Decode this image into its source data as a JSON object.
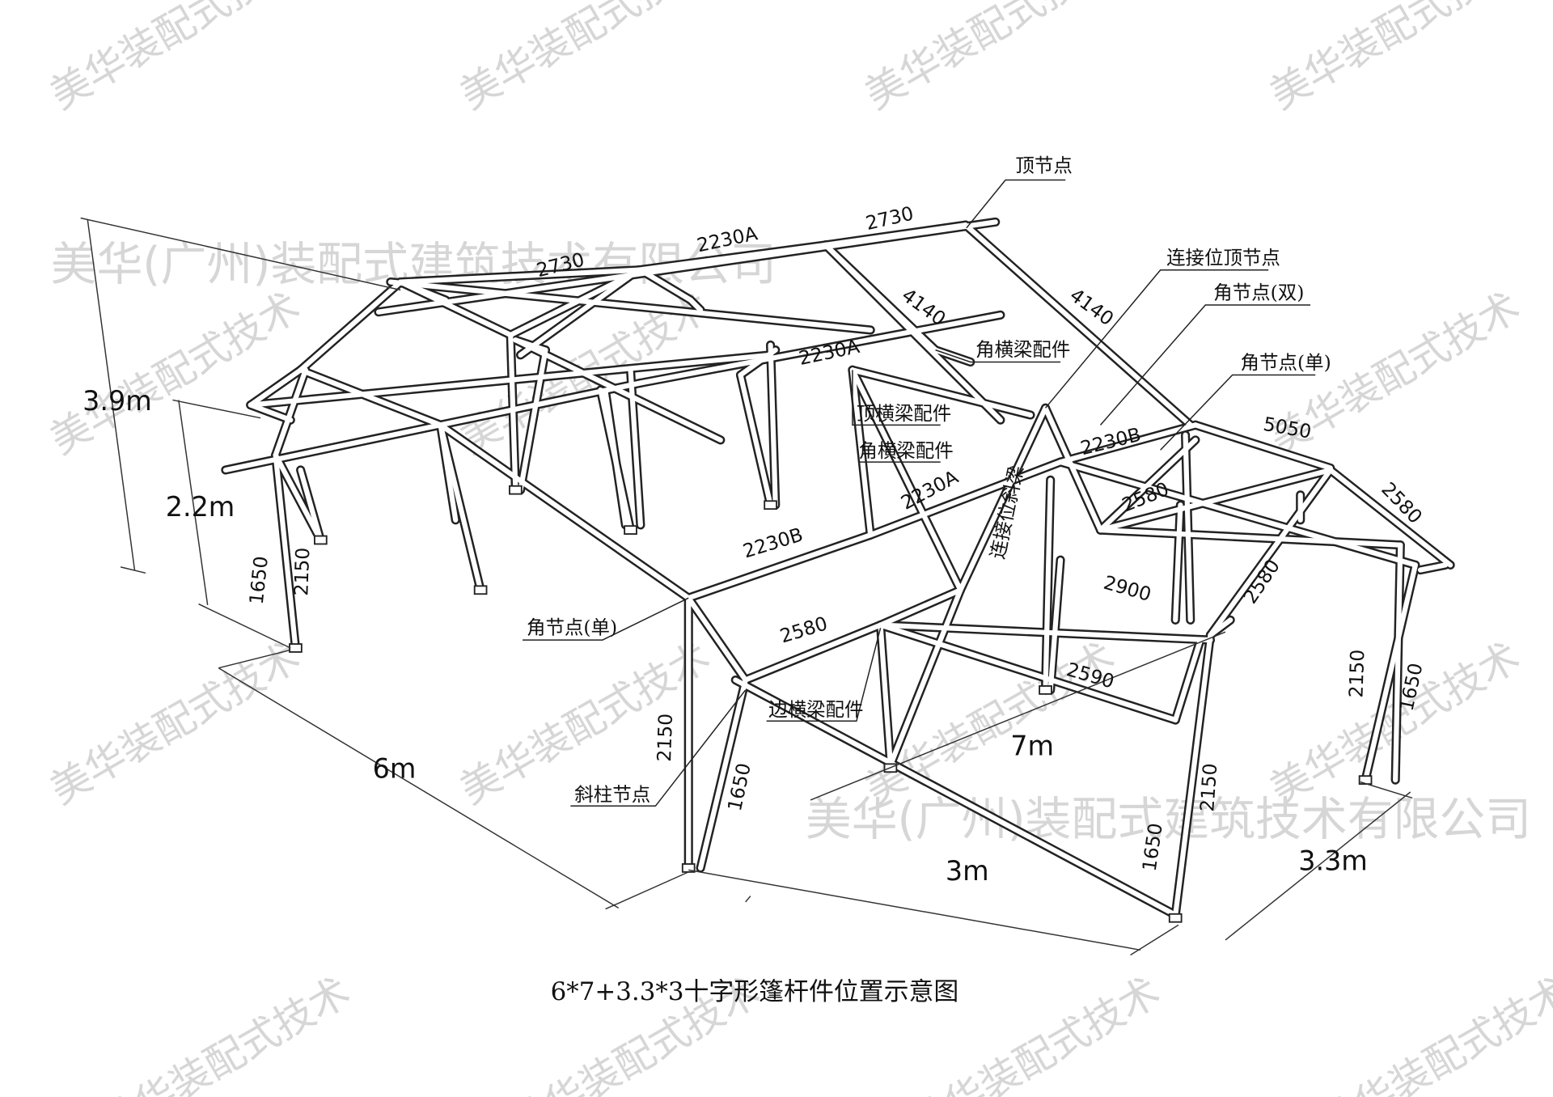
{
  "watermark": {
    "company": "美华(广州)装配式建筑技术有限公司",
    "tag": "美华装配式技术"
  },
  "title": "6*7+3.3*3十字形篷杆件位置示意图",
  "callouts": {
    "top_node": "顶节点",
    "conn_top_node": "连接位顶节点",
    "corner_node_double": "角节点(双)",
    "corner_node_single_right": "角节点(单)",
    "corner_beam_fitting_upper": "角横梁配件",
    "top_beam_fitting": "顶横梁配件",
    "corner_beam_fitting_lower": "角横梁配件",
    "corner_node_single_left": "角节点(单)",
    "edge_beam_fitting": "边横梁配件",
    "slant_column_node": "斜柱节点",
    "conn_slant_beam": "连接位斜梁"
  },
  "member_lengths": {
    "a": "2730",
    "b": "2230A",
    "c": "2730",
    "d": "4140",
    "e": "4140",
    "f": "2230A",
    "g": "2230B",
    "h": "5050",
    "i": "2580",
    "j": "2580",
    "k": "2230A",
    "l": "2230B",
    "m": "2900",
    "n": "2580",
    "o": "2580",
    "p": "2590",
    "q": "1650",
    "r": "2150",
    "s": "2150",
    "t": "1650",
    "u": "2150",
    "v": "1650",
    "w": "2150",
    "x": "1650"
  },
  "overall_dims": {
    "height_total": "3.9m",
    "height_eave": "2.2m",
    "len_6m": "6m",
    "len_7m": "7m",
    "len_3m": "3m",
    "len_3_3m": "3.3m"
  }
}
